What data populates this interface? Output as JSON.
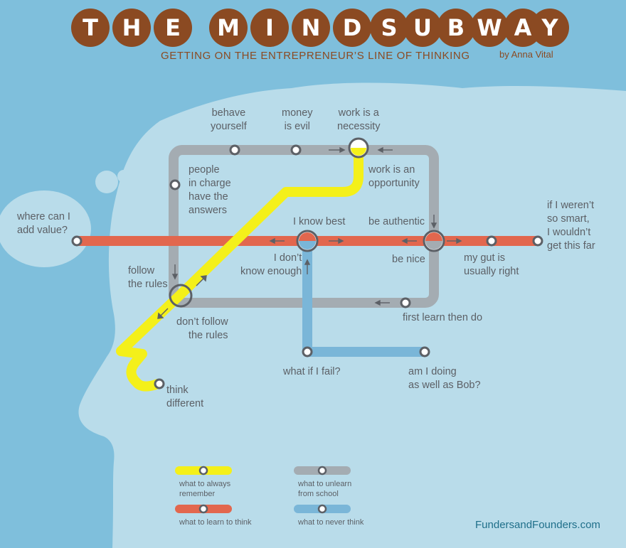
{
  "header": {
    "title_words": [
      [
        "T",
        "H",
        "E"
      ],
      [
        "M",
        "I",
        "N",
        "D"
      ],
      [
        "S",
        "U",
        "B",
        "W",
        "A",
        "Y"
      ]
    ],
    "subtitle": "GETTING ON THE ENTREPRENEUR’S LINE OF THINKING",
    "author": "by Anna Vital"
  },
  "colors": {
    "background": "#7fbfdc",
    "head": "#b9dcea",
    "title_circle": "#8b4a22",
    "always_line": "#f4f01a",
    "unlearn_line": "#a4acb2",
    "learn_line": "#e2674e",
    "never_line": "#7ab6d8",
    "label_text": "#5c6066"
  },
  "stations": {
    "behave": "behave\nyourself",
    "money": "money\nis evil",
    "necessity": "work is a\nnecessity",
    "opportunity": "work is an\nopportunity",
    "people": "people\nin charge\nhave the\nanswers",
    "add_value": "where can I\nadd value?",
    "know_best": "I know best",
    "authentic": "be authentic",
    "not_smart": "if I weren’t\nso smart,\nI wouldn’t\nget this far",
    "dont_know": "I don’t\nknow enough",
    "be_nice": "be nice",
    "gut": "my gut is\nusually right",
    "follow": "follow\nthe rules",
    "dont_follow": "don’t follow\nthe rules",
    "learn_then_do": "first learn then do",
    "fail": "what if I fail?",
    "bob": "am I doing\nas well as Bob?",
    "think_different": "think\ndifferent"
  },
  "legend": {
    "always": "what to always\nremember",
    "unlearn": "what to unlearn\nfrom school",
    "learn": "what to learn to think",
    "never": "what to never think"
  },
  "credit": "FundersandFounders.com"
}
